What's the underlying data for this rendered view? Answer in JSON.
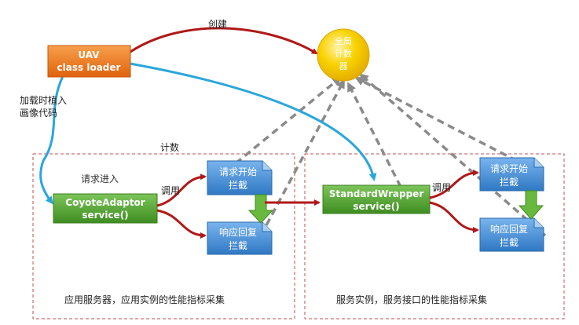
{
  "nodes": {
    "uav": {
      "line1": "UAV",
      "line2": "class loader"
    },
    "global_counter": {
      "line1": "全局",
      "line2": "计数",
      "line3": "器"
    },
    "coyote": {
      "line1": "CoyoteAdaptor",
      "line2": "service()"
    },
    "wrapper": {
      "line1": "StandardWrapper",
      "line2": "service()"
    },
    "left_req": {
      "line1": "请求开始",
      "line2": "拦截"
    },
    "left_resp": {
      "line1": "响应回复",
      "line2": "拦截"
    },
    "right_req": {
      "line1": "请求开始",
      "line2": "拦截"
    },
    "right_resp": {
      "line1": "响应回复",
      "line2": "拦截"
    }
  },
  "labels": {
    "create": "创建",
    "inject_line1": "加载时植入",
    "inject_line2": "画像代码",
    "count": "计数",
    "request_enter": "请求进入",
    "call_left": "调用",
    "call_right": "调用",
    "left_region": "应用服务器，应用实例的性能指标采集",
    "right_region": "服务实例，服务接口的性能指标采集"
  },
  "colors": {
    "uav_box": "#f07a1a",
    "green_box": "#5aa832",
    "blue_doc": "#4a8fd6",
    "global_counter": "#f5c400",
    "red_arrow": "#b01818",
    "cyan_arrow": "#2aa6dc",
    "gray_dash": "#8a8a8a",
    "dashed_border": "#c05050"
  }
}
